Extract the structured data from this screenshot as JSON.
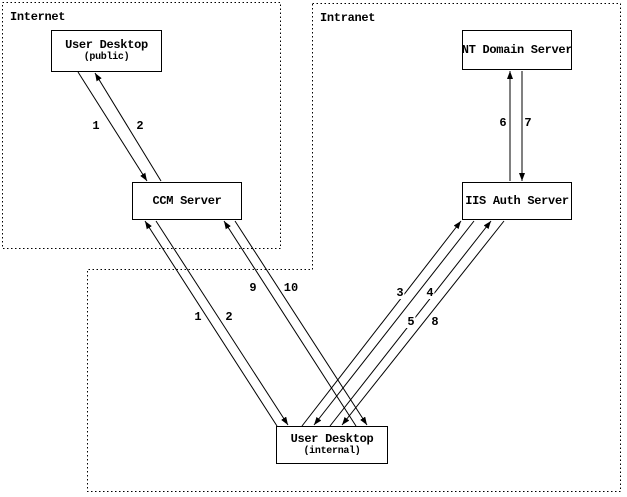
{
  "diagram": {
    "background_color": "#ffffff",
    "line_color": "#000000",
    "zones": {
      "internet": {
        "label": "Internet"
      },
      "intranet": {
        "label": "Intranet"
      }
    },
    "nodes": {
      "user_desktop_public": {
        "title": "User Desktop",
        "subtitle": "(public)"
      },
      "ccm_server": {
        "title": "CCM Server"
      },
      "nt_domain_server": {
        "title": "NT Domain Server"
      },
      "iis_auth_server": {
        "title": "IIS Auth Server"
      },
      "user_desktop_internal": {
        "title": "User Desktop",
        "subtitle": "(internal)"
      }
    },
    "arrow_labels": [
      {
        "text": "1"
      },
      {
        "text": "2"
      },
      {
        "text": "6"
      },
      {
        "text": "7"
      },
      {
        "text": "9"
      },
      {
        "text": "10"
      },
      {
        "text": "1"
      },
      {
        "text": "2"
      },
      {
        "text": "3"
      },
      {
        "text": "4"
      },
      {
        "text": "5"
      },
      {
        "text": "8"
      }
    ],
    "connections": [
      {
        "step": "1",
        "from": "User Desktop (public)",
        "to": "CCM Server"
      },
      {
        "step": "2",
        "from": "CCM Server",
        "to": "User Desktop (public)"
      },
      {
        "step": "1",
        "from": "User Desktop (internal)",
        "to": "CCM Server"
      },
      {
        "step": "2",
        "from": "CCM Server",
        "to": "User Desktop (internal)"
      },
      {
        "step": "3",
        "from": "User Desktop (internal)",
        "to": "IIS Auth Server"
      },
      {
        "step": "4",
        "from": "IIS Auth Server",
        "to": "User Desktop (internal)"
      },
      {
        "step": "5",
        "from": "User Desktop (internal)",
        "to": "IIS Auth Server"
      },
      {
        "step": "6",
        "from": "IIS Auth Server",
        "to": "NT Domain Server"
      },
      {
        "step": "7",
        "from": "NT Domain Server",
        "to": "IIS Auth Server"
      },
      {
        "step": "8",
        "from": "IIS Auth Server",
        "to": "User Desktop (internal)"
      },
      {
        "step": "9",
        "from": "User Desktop (internal)",
        "to": "CCM Server"
      },
      {
        "step": "10",
        "from": "CCM Server",
        "to": "User Desktop (internal)"
      }
    ]
  }
}
